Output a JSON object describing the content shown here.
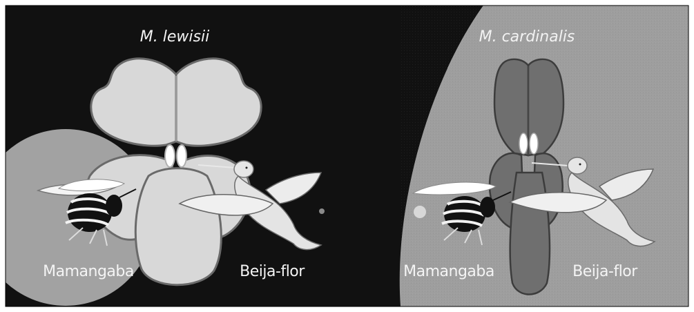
{
  "panels": {
    "left": {
      "species": "M. lewisii",
      "pollinator_bee": "Mamangaba",
      "pollinator_bird": "Beija-flor"
    },
    "right": {
      "species": "M. cardinalis",
      "pollinator_bee": "Mamangaba",
      "pollinator_bird": "Beija-flor"
    }
  },
  "colors": {
    "background_dark": "#111111",
    "panel_light": "#9c9c9c",
    "flower_light": "#d9d9d9",
    "flower_dark": "#6e6e6e"
  }
}
